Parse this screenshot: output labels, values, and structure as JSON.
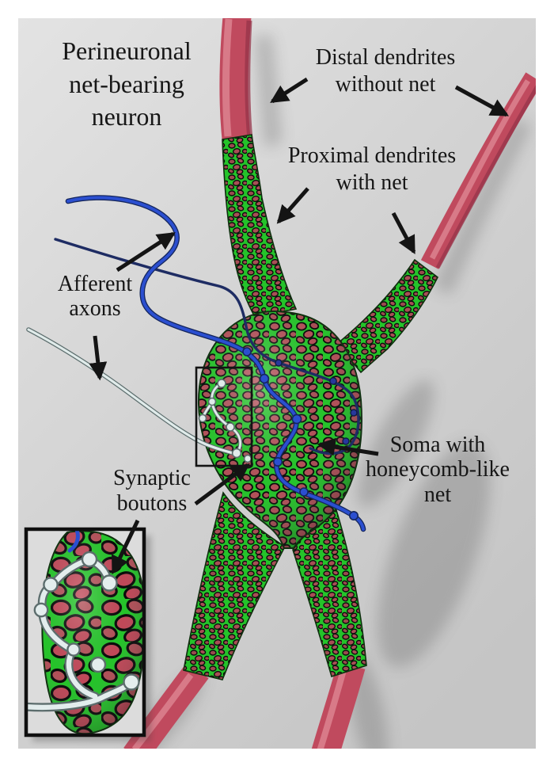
{
  "figure": {
    "type": "scientific-illustration",
    "subject": "perineuronal net-bearing neuron",
    "labels": {
      "title": [
        "Perineuronal",
        "net-bearing",
        "neuron"
      ],
      "distal_dendrites": [
        "Distal dendrites",
        "without net"
      ],
      "proximal_dendrites": [
        "Proximal dendrites",
        "with net"
      ],
      "afferent_axons": [
        "Afferent",
        "axons"
      ],
      "soma": [
        "Soma with",
        "honeycomb-like",
        "net"
      ],
      "synaptic_boutons": [
        "Synaptic",
        "boutons"
      ]
    },
    "colors": {
      "margin": "#ffffff",
      "background": "#d2d2d2",
      "net_green": "#25c32a",
      "net_hole_red": "#a84e55",
      "dendrite_red": "#c04a5e",
      "soma_red": "#b25058",
      "axon_blue": "#2b4fd0",
      "axon_navy": "#1e2c63",
      "axon_white": "#e0ebea",
      "annotation_black": "#141414"
    }
  }
}
